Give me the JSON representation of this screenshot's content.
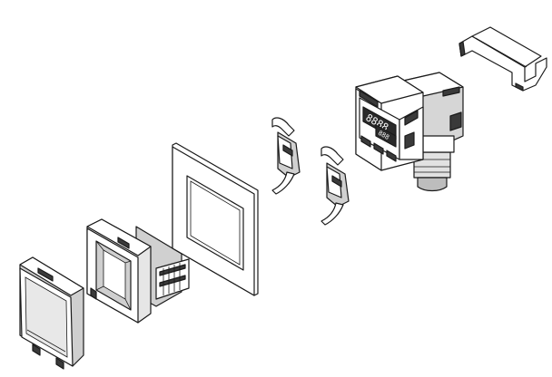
{
  "diagram": {
    "parts": [
      {
        "id": "protective-cover"
      },
      {
        "id": "mounting-adapter"
      },
      {
        "id": "panel-gasket"
      },
      {
        "id": "mounting-clip-left"
      },
      {
        "id": "mounting-clip-right"
      },
      {
        "id": "sensor-unit"
      },
      {
        "id": "mounting-bracket"
      }
    ],
    "display": {
      "main_reading": "8888",
      "sub_reading": "888"
    },
    "colors": {
      "line": "#1a1a1a",
      "fill_light": "#ffffff",
      "fill_gray": "#d9d9d9",
      "fill_dark": "#3a3a3a",
      "lcd": "#2a2a2a"
    }
  }
}
